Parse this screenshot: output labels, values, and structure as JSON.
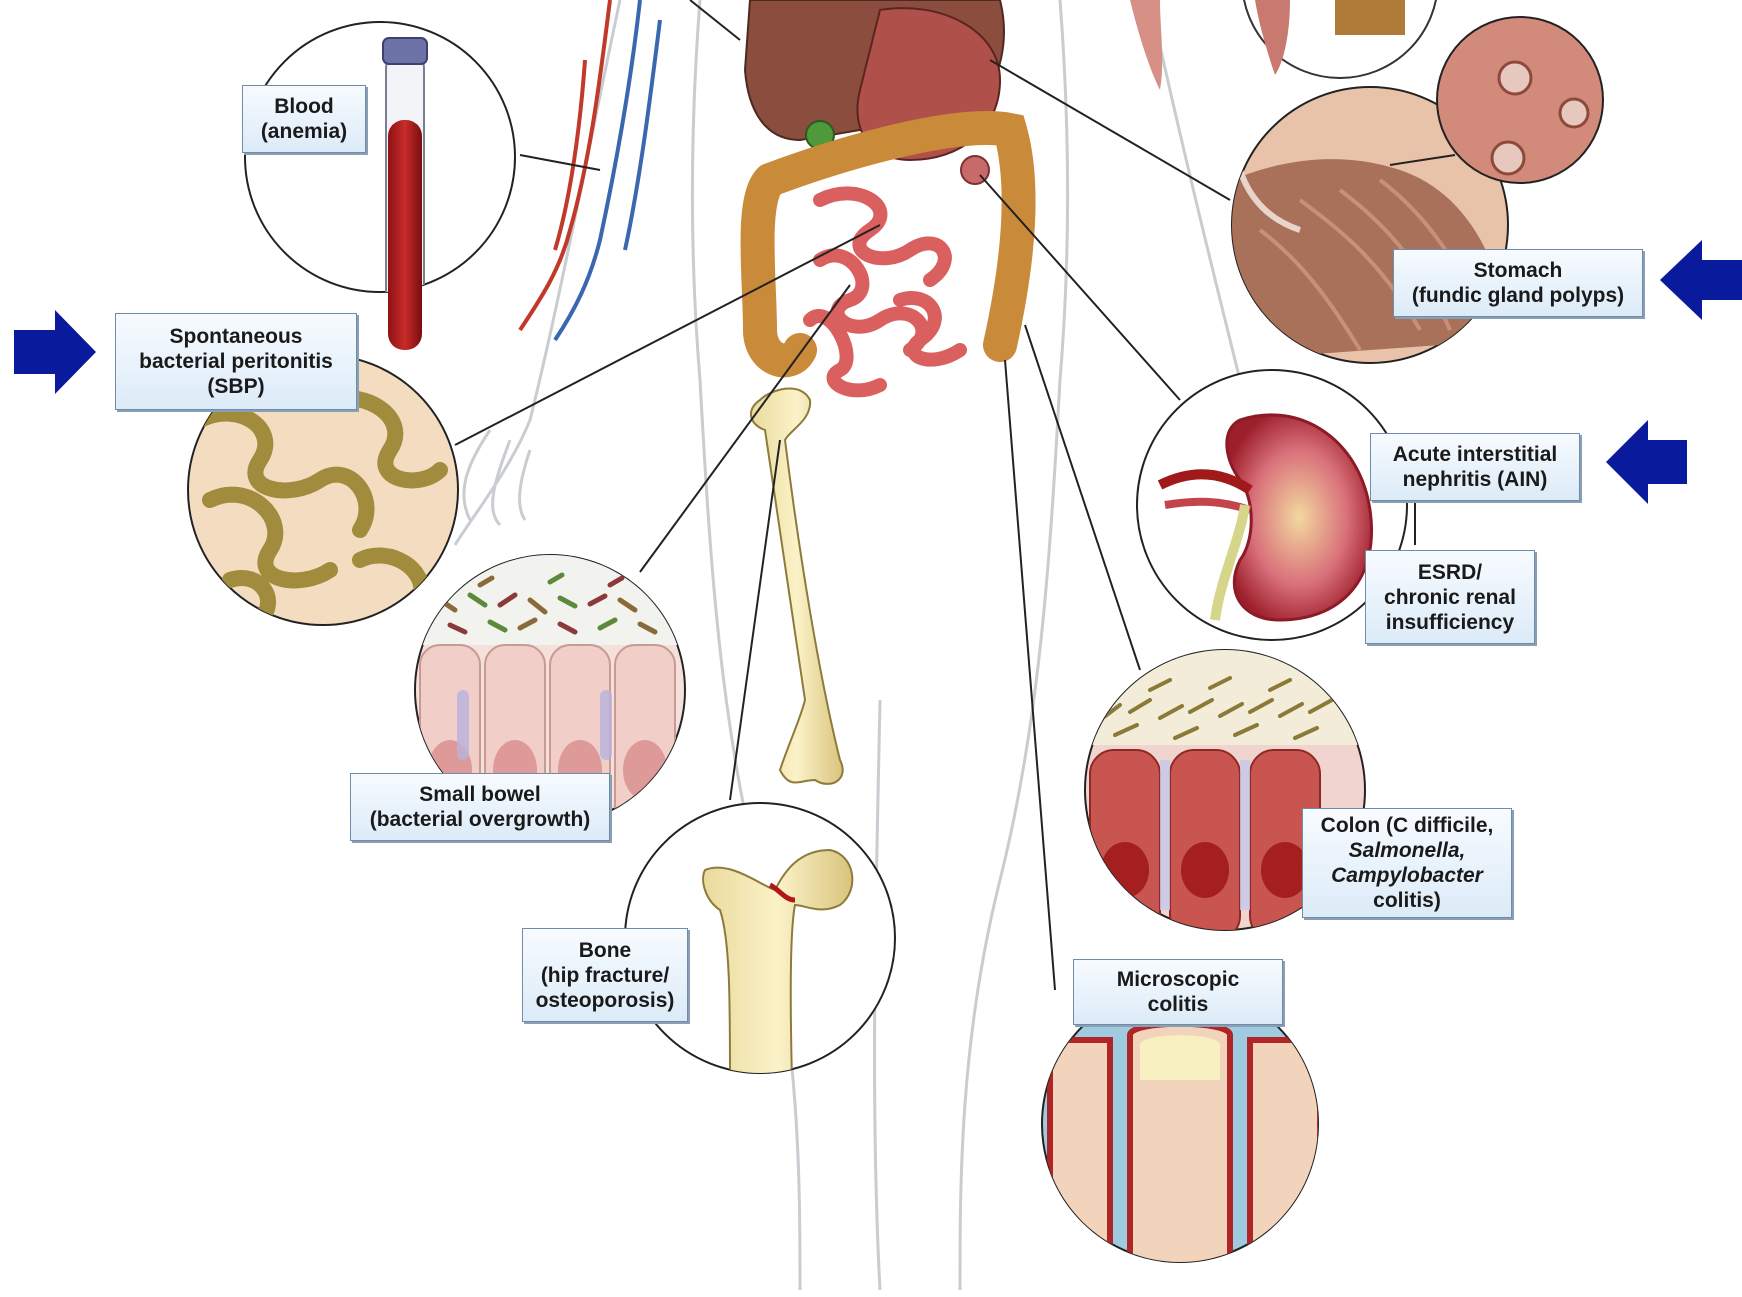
{
  "labels": {
    "blood": [
      "Blood",
      "(anemia)"
    ],
    "sbp": [
      "Spontaneous",
      "bacterial peritonitis",
      "(SBP)"
    ],
    "stomach": [
      "Stomach",
      "(fundic gland polyps)"
    ],
    "ain": [
      "Acute interstitial",
      "nephritis (AIN)"
    ],
    "esrd": [
      "ESRD/",
      "chronic renal",
      "insufficiency"
    ],
    "small_bowel": [
      "Small bowel",
      "(bacterial overgrowth)"
    ],
    "colon": {
      "line1": "Colon (C difficile,",
      "line2": "Salmonella,",
      "line3": "Campylobacter",
      "line4": "colitis)"
    },
    "bone": [
      "Bone",
      "(hip fracture/",
      "osteoporosis)"
    ],
    "microscopic": [
      "Microscopic",
      "colitis"
    ]
  },
  "arrows": {
    "color": "#0a1a9c",
    "items": [
      "sbp-arrow",
      "stomach-arrow",
      "ain-arrow"
    ]
  },
  "colors": {
    "label_fill": "#e4f0fb",
    "label_border": "#6f8ca8",
    "leader_line": "#222222",
    "body_outline": "#c9ccd1"
  }
}
